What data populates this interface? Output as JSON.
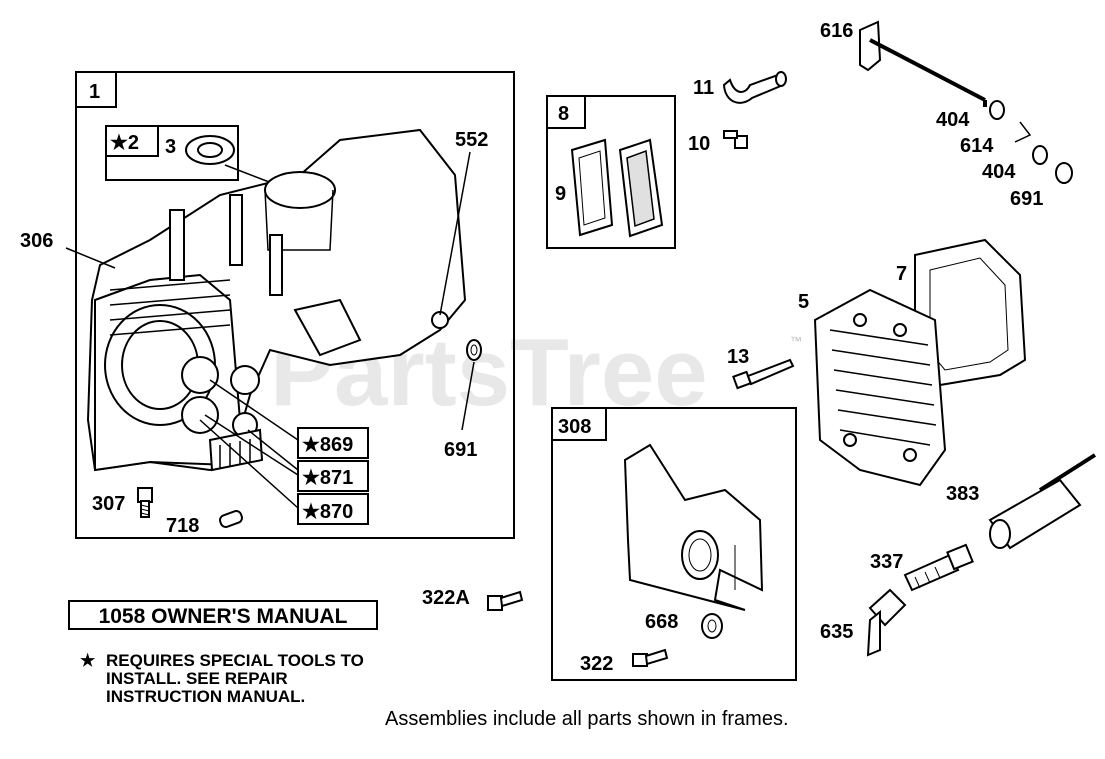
{
  "watermark": "PartsTree",
  "trademark": "™",
  "frames": {
    "engine": "1",
    "breather": "8",
    "shield": "308"
  },
  "callouts": {
    "p2": "★2",
    "p3": "3",
    "p306": "306",
    "p552": "552",
    "p869": "★869",
    "p871": "★871",
    "p870": "★870",
    "p691a": "691",
    "p307": "307",
    "p718": "718",
    "p9": "9",
    "p11": "11",
    "p10": "10",
    "p616": "616",
    "p404a": "404",
    "p614": "614",
    "p404b": "404",
    "p691b": "691",
    "p7": "7",
    "p5": "5",
    "p13": "13",
    "p383": "383",
    "p337": "337",
    "p635": "635",
    "p322A": "322A",
    "p668": "668",
    "p322": "322"
  },
  "manual_label": "1058 OWNER'S MANUAL",
  "note_star": "★",
  "note_text": "REQUIRES SPECIAL TOOLS TO INSTALL.  SEE REPAIR INSTRUCTION MANUAL.",
  "footer_note": "Assemblies include all parts shown in frames."
}
